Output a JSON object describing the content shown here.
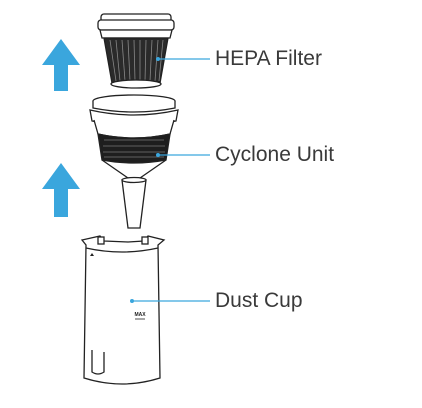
{
  "labels": {
    "hepa_filter": "HEPA Filter",
    "cyclone_unit": "Cyclone Unit",
    "dust_cup": "Dust Cup"
  },
  "cup_marking": "MAX",
  "colors": {
    "arrow": "#3aa6dd",
    "leader_line": "#3aa6dd",
    "outline": "#222222",
    "mesh": "#2a2a2a",
    "label_text": "#3a3a3a"
  },
  "icons": {
    "upper_arrow": "arrow-up-icon",
    "lower_arrow": "arrow-up-icon"
  }
}
